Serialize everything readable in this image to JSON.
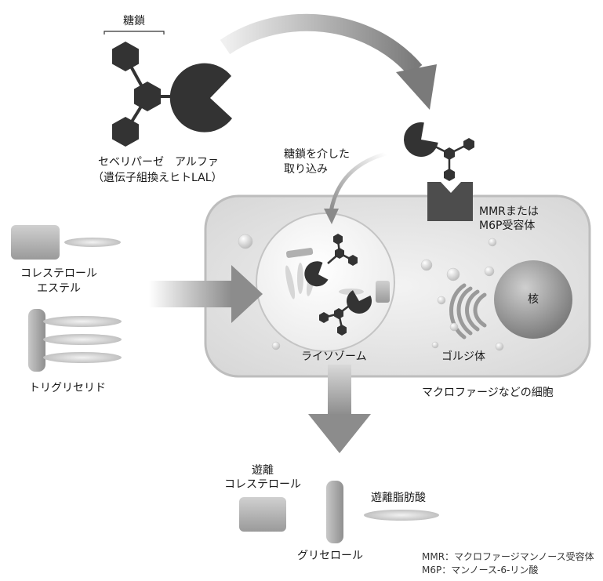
{
  "labels": {
    "glycan": "糖鎖",
    "drug_name": "セベリパーゼ　アルファ",
    "drug_sub": "（遺伝子組換えヒトLAL）",
    "uptake_line1": "糖鎖を介した",
    "uptake_line2": "取り込み",
    "receptor_line1": "MMRまたは",
    "receptor_line2": "M6P受容体",
    "cholesteryl_line1": "コレステロール",
    "cholesteryl_line2": "エステル",
    "triglyceride": "トリグリセリド",
    "lysosome": "ライソゾーム",
    "golgi": "ゴルジ体",
    "nucleus": "核",
    "cell": "マクロファージなどの細胞",
    "free_chol_line1": "遊離",
    "free_chol_line2": "コレステロール",
    "glycerol": "グリセロール",
    "free_fatty_acid": "遊離脂肪酸",
    "legend_mmr": "MMR：マクロファージマンノース受容体",
    "legend_m6p": "M6P：マンノース-6-リン酸"
  },
  "colors": {
    "enzyme": "#333333",
    "cell_fill": "#e6e6e6",
    "cell_border": "#bdbdbd",
    "arrow": "#8c8c8c",
    "nucleus": "#9a9a9a",
    "lipid": "#b4b4b4"
  }
}
